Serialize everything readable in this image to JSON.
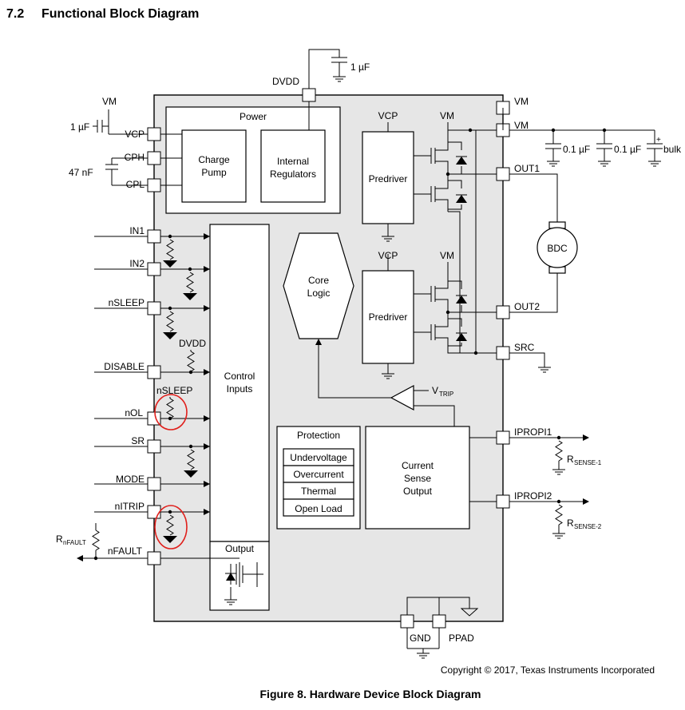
{
  "heading": {
    "section": "7.2",
    "title": "Functional Block Diagram"
  },
  "caption": "Figure 8.  Hardware Device Block Diagram",
  "copyright": "Copyright © 2017, Texas Instruments Incorporated",
  "left_pins": [
    {
      "id": "vcp",
      "label": "VCP"
    },
    {
      "id": "cph",
      "label": "CPH"
    },
    {
      "id": "cpl",
      "label": "CPL"
    },
    {
      "id": "in1",
      "label": "IN1"
    },
    {
      "id": "in2",
      "label": "IN2"
    },
    {
      "id": "nsleep",
      "label": "nSLEEP"
    },
    {
      "id": "disable",
      "label": "DISABLE"
    },
    {
      "id": "nol",
      "label": "nOL"
    },
    {
      "id": "sr",
      "label": "SR"
    },
    {
      "id": "mode",
      "label": "MODE"
    },
    {
      "id": "nitrip",
      "label": "nITRIP"
    },
    {
      "id": "nfault",
      "label": "nFAULT"
    }
  ],
  "right_pins": [
    {
      "id": "vm1",
      "label": "VM"
    },
    {
      "id": "vm2",
      "label": "VM"
    },
    {
      "id": "out1",
      "label": "OUT1"
    },
    {
      "id": "out2",
      "label": "OUT2"
    },
    {
      "id": "src",
      "label": "SRC"
    },
    {
      "id": "ipropi1",
      "label": "IPROPI1"
    },
    {
      "id": "ipropi2",
      "label": "IPROPI2"
    }
  ],
  "top_pin": {
    "label": "DVDD"
  },
  "bottom_pins": [
    {
      "label": "GND"
    },
    {
      "label": "PPAD"
    }
  ],
  "blocks": {
    "power": "Power",
    "charge_pump": [
      "Charge",
      "Pump"
    ],
    "internal_regulators": [
      "Internal",
      "Regulators"
    ],
    "predriver": "Predriver",
    "core_logic": [
      "Core",
      "Logic"
    ],
    "control_inputs": [
      "Control",
      "Inputs"
    ],
    "output": "Output",
    "protection": "Protection",
    "protection_items": [
      "Undervoltage",
      "Overcurrent",
      "Thermal",
      "Open Load"
    ],
    "current_sense": [
      "Current",
      "Sense",
      "Output"
    ],
    "motor": "BDC"
  },
  "labels": {
    "vm_supply": "VM",
    "cap_1uf": "1 µF",
    "cap_47nf": "47 nF",
    "cap_01uf": "0.1 µF",
    "bulk": "bulk",
    "vcp": "VCP",
    "vm": "VM",
    "dvdd_internal": "DVDD",
    "nsleep_internal": "nSLEEP",
    "vtrip": "V",
    "vtrip_sub": "TRIP",
    "rsense1": "R",
    "rsense1_sub": "SENSE-1",
    "rsense2": "R",
    "rsense2_sub": "SENSE-2",
    "rnfault": "R",
    "rnfault_sub": "nFAULT",
    "plus": "+"
  },
  "colors": {
    "device_fill": "#e6e6e6",
    "highlight": "#e0201c"
  }
}
